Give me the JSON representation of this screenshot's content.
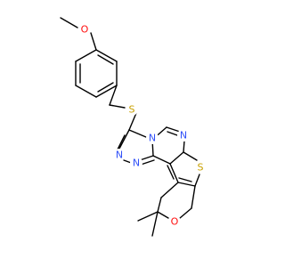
{
  "colors": {
    "bond": "#000000",
    "oxygen": "#ff0d0d",
    "nitrogen": "#3050f8",
    "sulfur": "#c8a000",
    "background": "#ffffff"
  },
  "atoms": [
    {
      "id": "o_methoxy",
      "element": "O",
      "label": "O",
      "color_key": "oxygen"
    },
    {
      "id": "s_thioether",
      "element": "S",
      "label": "S",
      "color_key": "sulfur"
    },
    {
      "id": "n_triazole_3",
      "element": "N",
      "label": "N",
      "color_key": "nitrogen"
    },
    {
      "id": "n_pyrimidine_top",
      "element": "N",
      "label": "N",
      "color_key": "nitrogen"
    },
    {
      "id": "n_pyrimidine_right",
      "element": "N",
      "label": "N",
      "color_key": "nitrogen"
    },
    {
      "id": "n_triazole_1",
      "element": "N",
      "label": "N",
      "color_key": "nitrogen"
    },
    {
      "id": "n_triazole_2",
      "element": "N",
      "label": "N",
      "color_key": "nitrogen"
    },
    {
      "id": "s_thiophene",
      "element": "S",
      "label": "S",
      "color_key": "sulfur"
    },
    {
      "id": "o_pyran",
      "element": "O",
      "label": "O",
      "color_key": "oxygen"
    }
  ]
}
